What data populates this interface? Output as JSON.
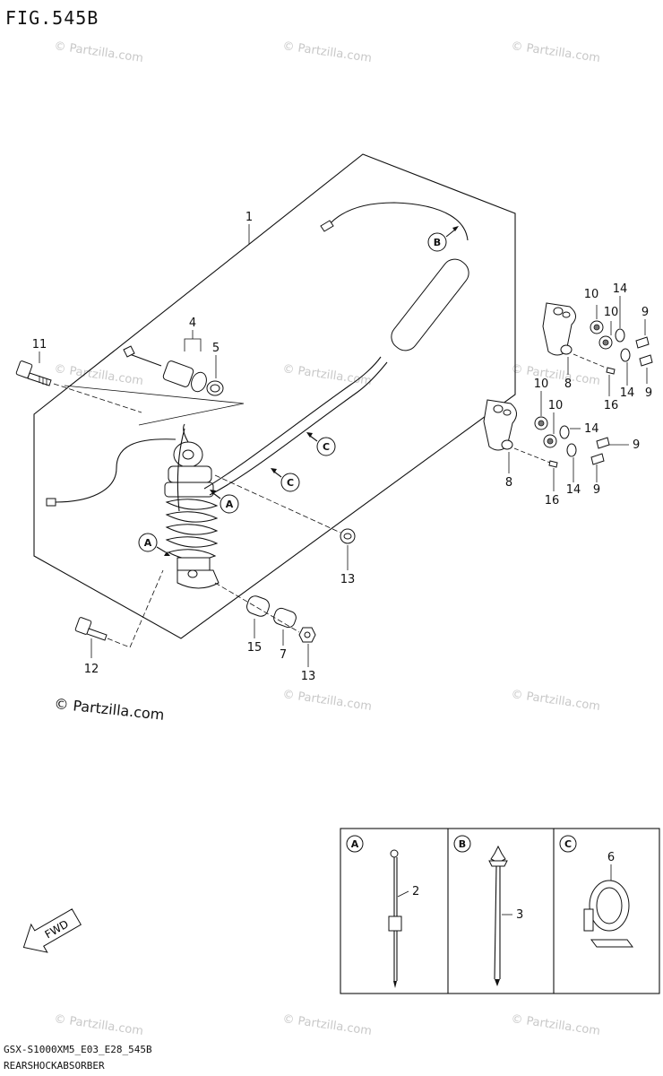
{
  "figure": {
    "title": "FIG.545B",
    "footer_code": "GSX-S1000XM5_E03_E28_545B",
    "footer_name": "REARSHOCKABSORBER"
  },
  "watermark": {
    "text": "© Partzilla.com",
    "copyright": "© Partzilla.com"
  },
  "callouts": {
    "p1": "1",
    "p4": "4",
    "p5": "5",
    "p11": "11",
    "p12": "12",
    "p13a": "13",
    "p13b": "13",
    "p15": "15",
    "p7": "7",
    "p8a": "8",
    "p8b": "8",
    "p9a": "9",
    "p9b": "9",
    "p9c": "9",
    "p9d": "9",
    "p10a": "10",
    "p10b": "10",
    "p10c": "10",
    "p10d": "10",
    "p14a": "14",
    "p14b": "14",
    "p14c": "14",
    "p14d": "14",
    "p16a": "16",
    "p16b": "16",
    "p2": "2",
    "p3": "3",
    "p6": "6"
  },
  "markers": {
    "a": "A",
    "b": "B",
    "c": "C"
  },
  "inset": {
    "panels": [
      {
        "marker": "A",
        "part": "2"
      },
      {
        "marker": "B",
        "part": "3"
      },
      {
        "marker": "C",
        "part": "6"
      }
    ]
  },
  "fwd": {
    "label": "FWD"
  }
}
